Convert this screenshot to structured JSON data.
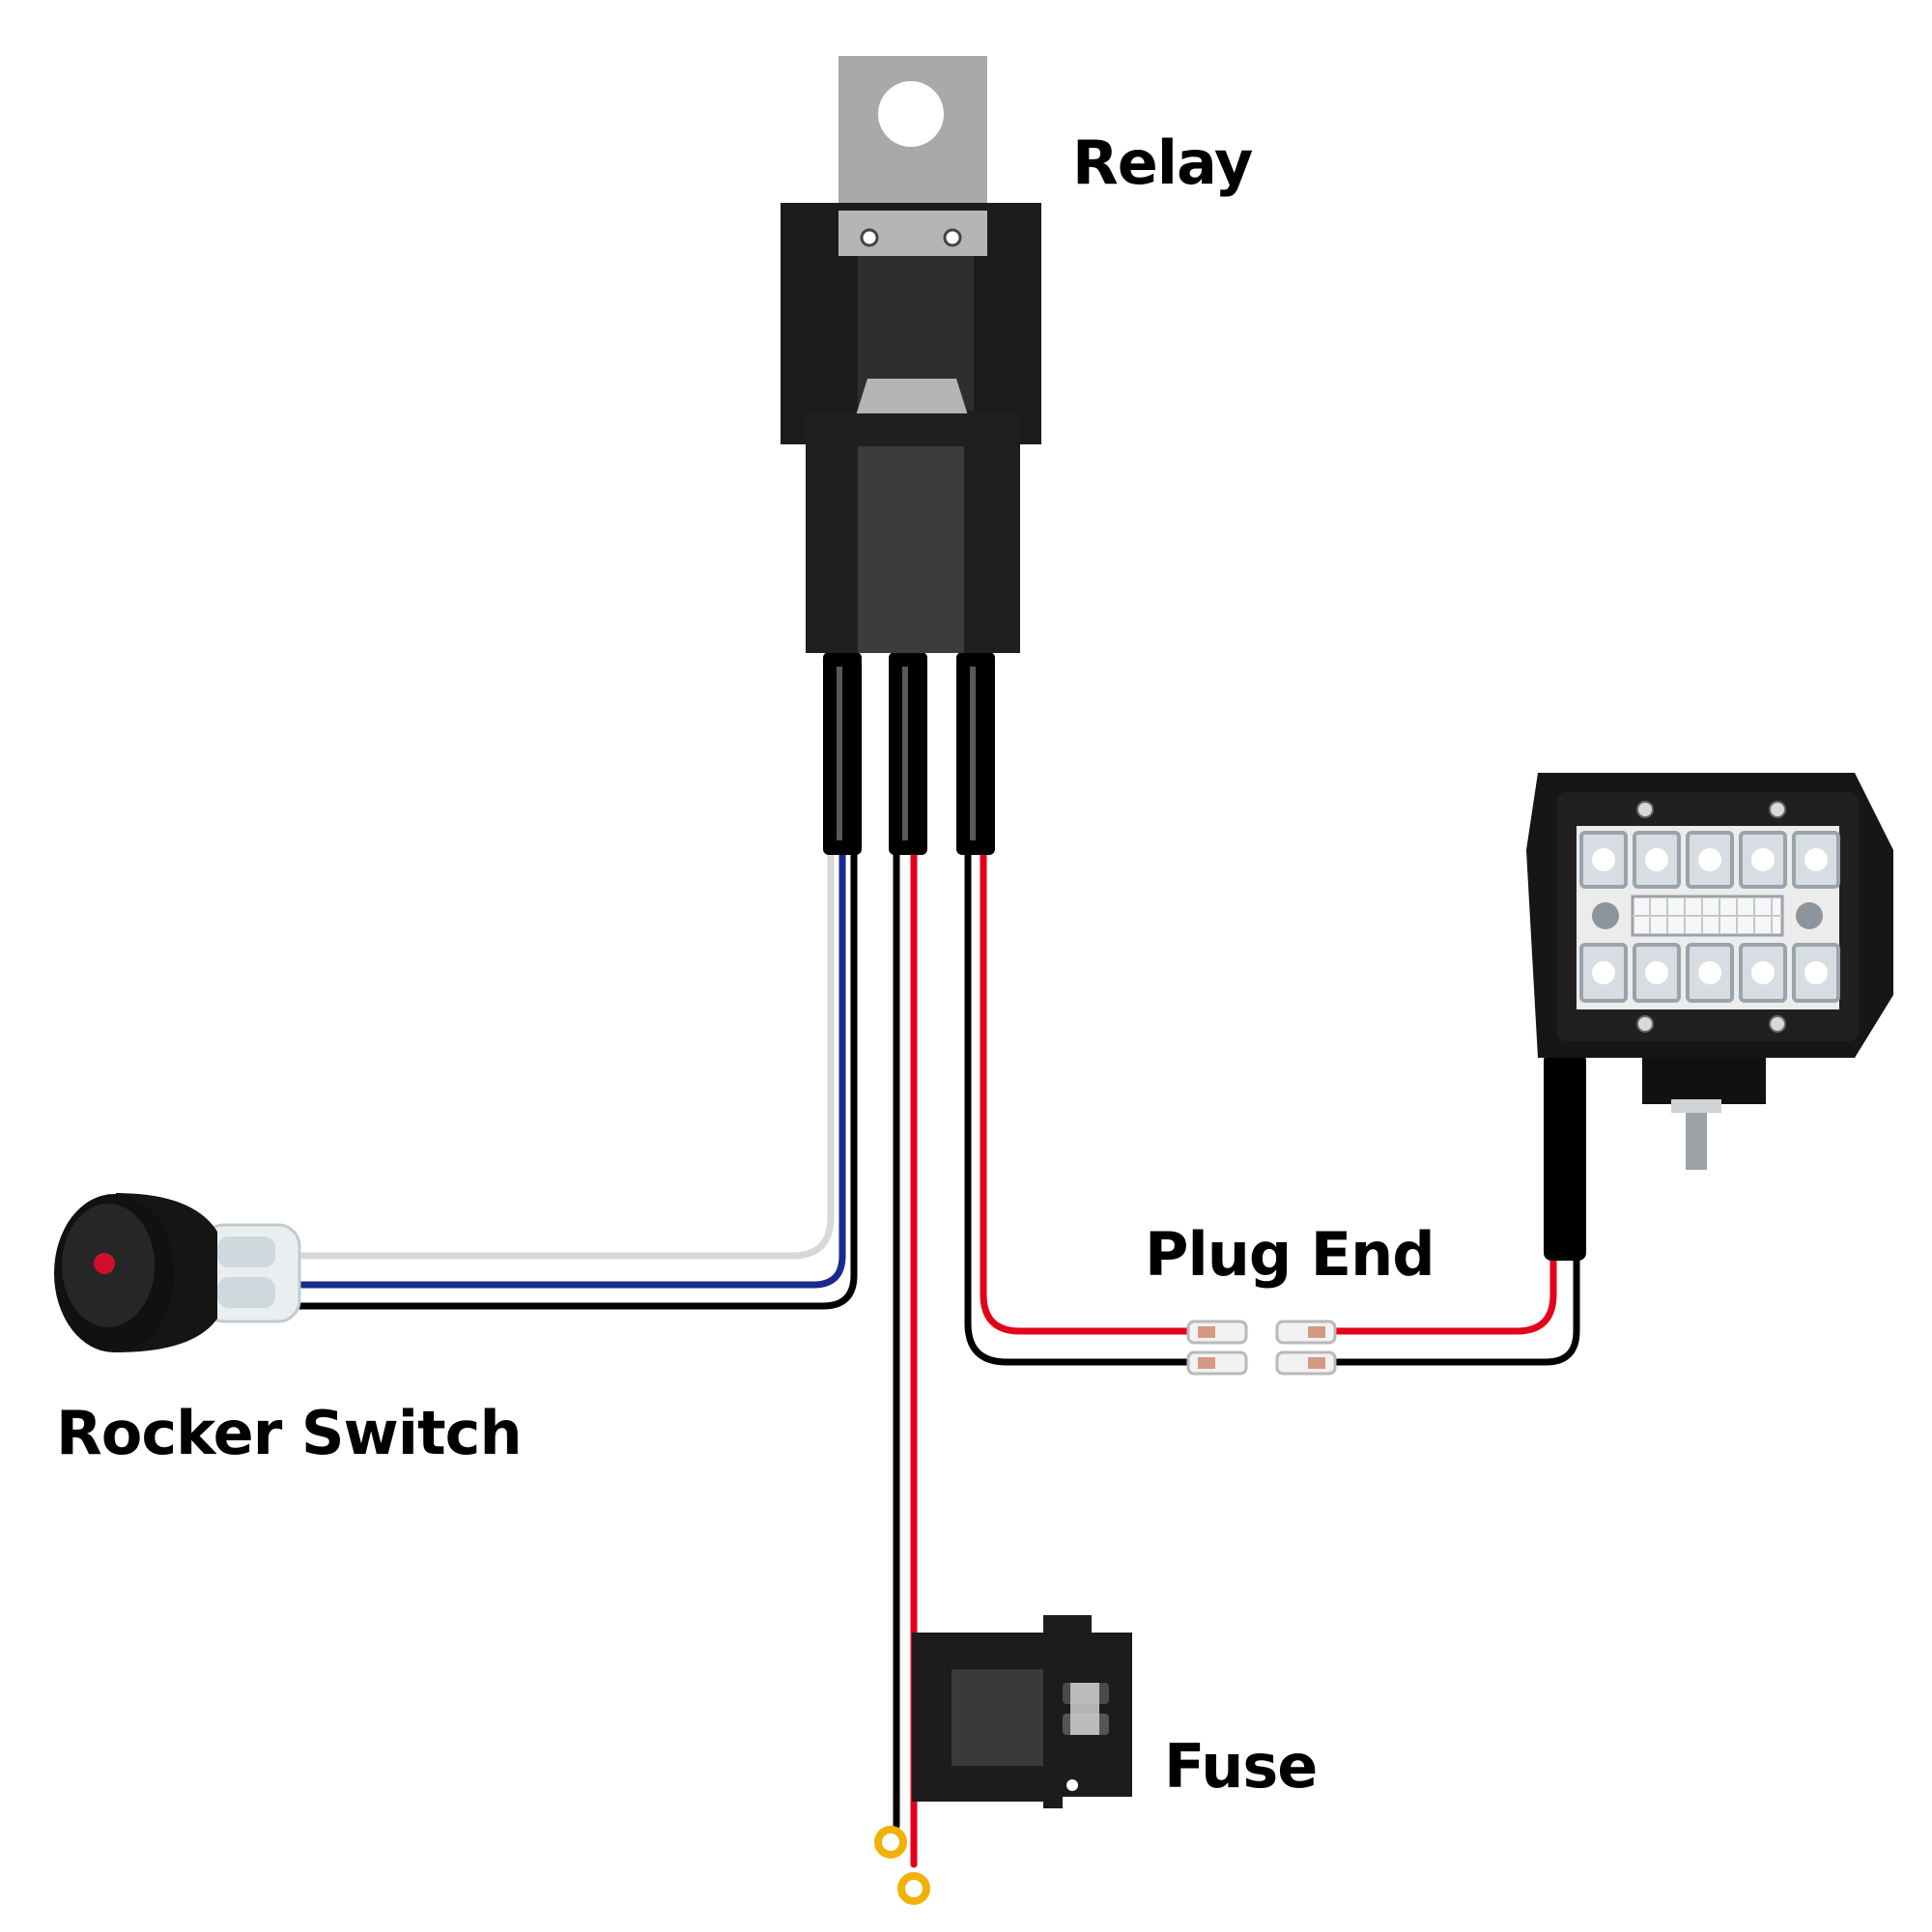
{
  "labels": {
    "relay": "Relay",
    "rocker_switch": "Rocker Switch",
    "plug_end": "Plug End",
    "fuse": "Fuse"
  },
  "colors": {
    "background": "#ffffff",
    "wire_black": "#000000",
    "wire_red": "#e5001a",
    "wire_blue": "#1a2a8c",
    "wire_white": "#d8d8d8",
    "relay_body": "#1c1c1c",
    "relay_bracket": "#a9a9a9",
    "ring_terminal": "#f2b10a",
    "switch_led": "#d0102a"
  },
  "icons": {
    "relay": "relay-icon",
    "rocker_switch": "rocker-switch-icon",
    "fuse_holder": "fuse-holder-icon",
    "led_light": "led-work-light-icon",
    "plug_connector": "spade-connector-icon",
    "ring_terminal": "ring-terminal-icon"
  }
}
